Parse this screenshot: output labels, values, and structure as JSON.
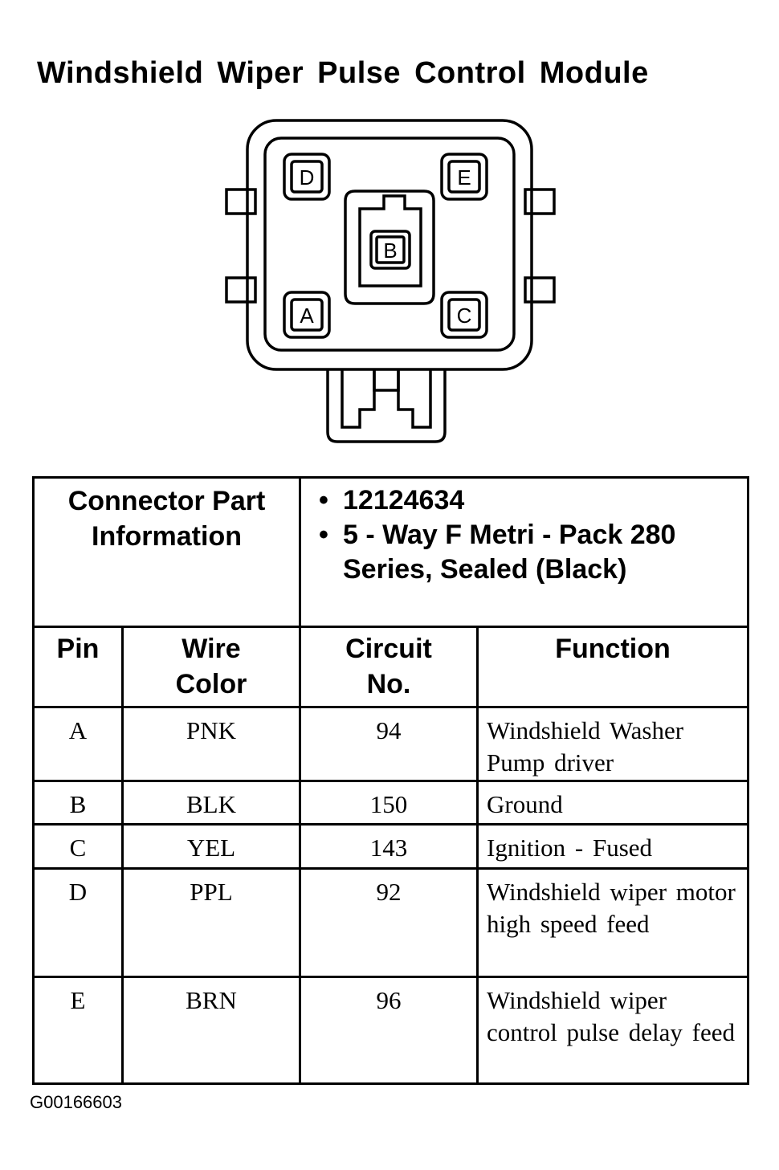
{
  "title": "Windshield Wiper Pulse Control Module",
  "connector_pins": {
    "top_left": "D",
    "top_right": "E",
    "center": "B",
    "bottom_left": "A",
    "bottom_right": "C"
  },
  "connector_info": {
    "label": "Connector Part\nInformation",
    "part_number": "12124634",
    "description": "5 - Way F Metri - Pack 280 Series, Sealed (Black)"
  },
  "columns": {
    "pin": "Pin",
    "wire_color": "Wire Color",
    "circuit_no": "Circuit No.",
    "function": "Function"
  },
  "rows": [
    {
      "pin": "A",
      "wire_color": "PNK",
      "circuit": "94",
      "function": "Windshield Washer Pump driver"
    },
    {
      "pin": "B",
      "wire_color": "BLK",
      "circuit": "150",
      "function": "Ground"
    },
    {
      "pin": "C",
      "wire_color": "YEL",
      "circuit": "143",
      "function": "Ignition - Fused"
    },
    {
      "pin": "D",
      "wire_color": "PPL",
      "circuit": "92",
      "function": "Windshield wiper motor high speed feed"
    },
    {
      "pin": "E",
      "wire_color": "BRN",
      "circuit": "96",
      "function": "Windshield wiper control pulse delay feed"
    }
  ],
  "figure_id": "G00166603"
}
